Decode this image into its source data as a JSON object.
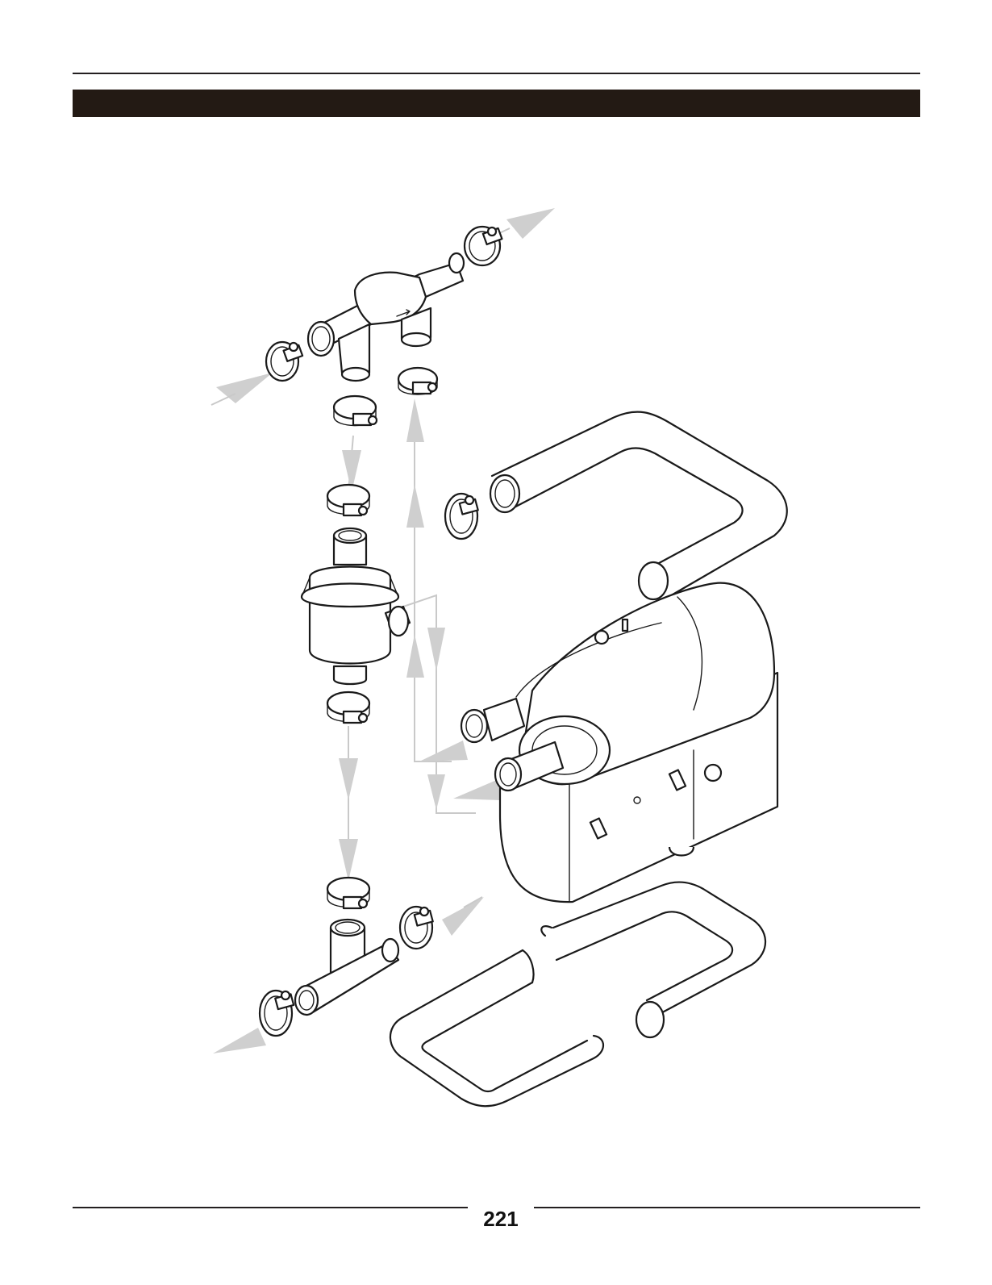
{
  "page": {
    "number": "221"
  },
  "colors": {
    "header_band": "#231a14",
    "line_art": "#1a1a1a",
    "flow_arrows": "#cfcfcf"
  },
  "diagram": {
    "parts": [
      "t-piece-upper",
      "hose-clamp",
      "thermostat-valve",
      "t-piece-lower",
      "coolant-hose-upper",
      "coolant-hose-lower",
      "water-heater-unit"
    ]
  }
}
